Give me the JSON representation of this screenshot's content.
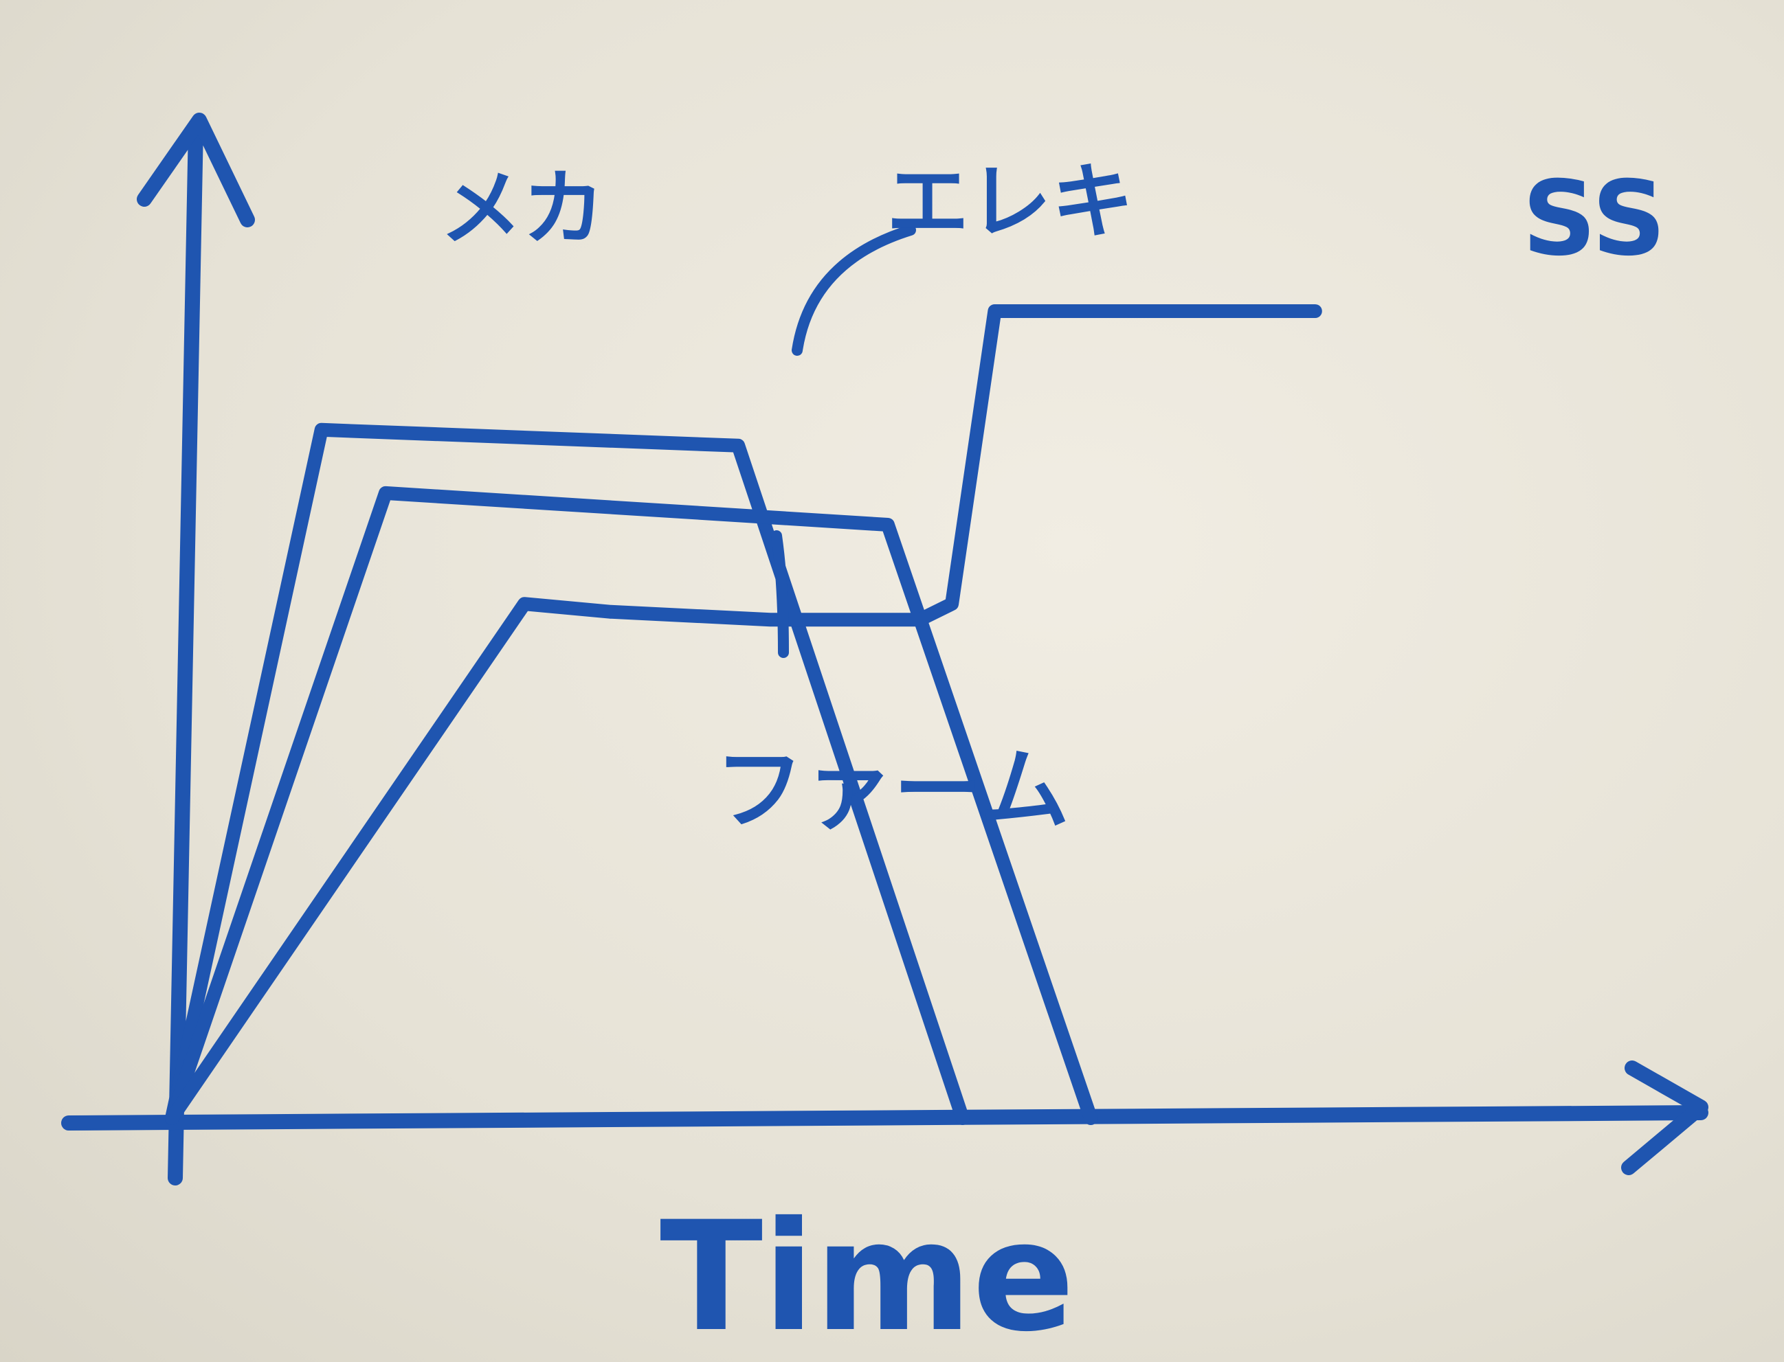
{
  "chart_data": {
    "type": "line",
    "xlabel": "Time",
    "ylabel": "",
    "axes": {
      "x_arrow": true,
      "y_arrow": true,
      "ticks": false,
      "grid": false
    },
    "ink_color": "#1f55b0",
    "xlim": [
      0,
      10
    ],
    "ylim": [
      0,
      10
    ],
    "series": [
      {
        "name": "メカ",
        "x": [
          0,
          1.4,
          5.3,
          7.4
        ],
        "y": [
          0,
          8.7,
          8.5,
          0
        ]
      },
      {
        "name": "エレキ",
        "x": [
          0,
          2.0,
          6.7,
          8.6
        ],
        "y": [
          0,
          7.9,
          7.5,
          0
        ]
      },
      {
        "name": "ファーム",
        "x": [
          0,
          3.3,
          4.1,
          5.6,
          7.0,
          7.3,
          7.7,
          10.7
        ],
        "y": [
          0,
          6.5,
          6.4,
          6.3,
          6.3,
          6.5,
          10.2,
          10.2
        ]
      }
    ],
    "annotations": [
      {
        "text": "SS",
        "near_series": "ファーム"
      }
    ]
  }
}
